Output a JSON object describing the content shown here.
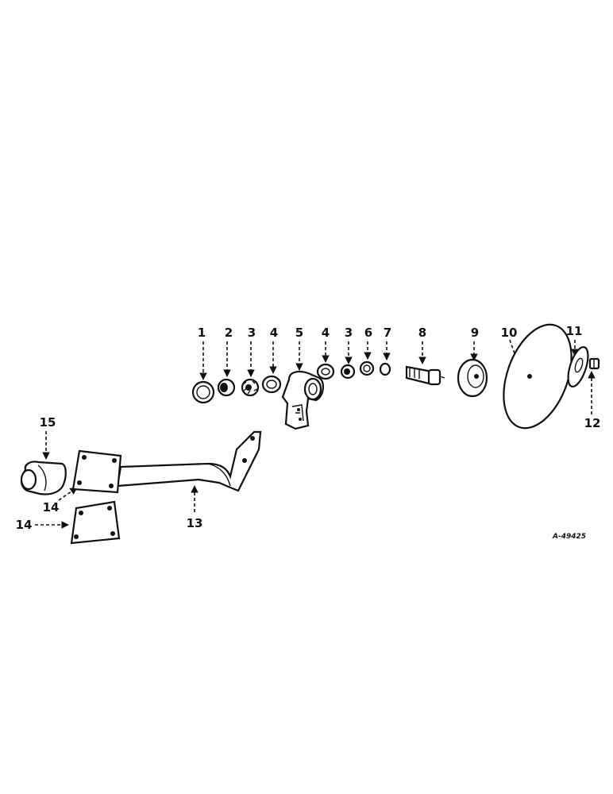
{
  "callouts": [
    "1",
    "2",
    "3",
    "4",
    "5",
    "4",
    "3",
    "6",
    "7",
    "8",
    "9",
    "10",
    "11",
    "12",
    "13",
    "14",
    "14",
    "15"
  ],
  "figure_code": "A-49425"
}
